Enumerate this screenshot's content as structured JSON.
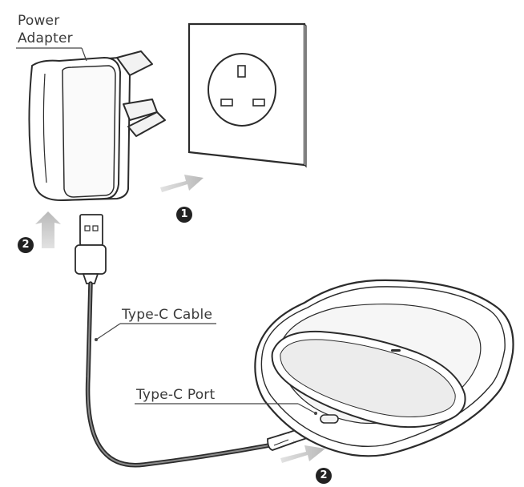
{
  "labels": {
    "power_adapter_line1": "Power",
    "power_adapter_line2": "Adapter",
    "type_c_cable": "Type-C Cable",
    "type_c_port": "Type-C Port"
  },
  "steps": {
    "step_plug_into_socket": "1",
    "step_connect_adapter": "2",
    "step_connect_port": "2"
  },
  "colors": {
    "line": "#2b2b2b",
    "arrow": "#c9c9c9",
    "step_badge": "#222222"
  }
}
